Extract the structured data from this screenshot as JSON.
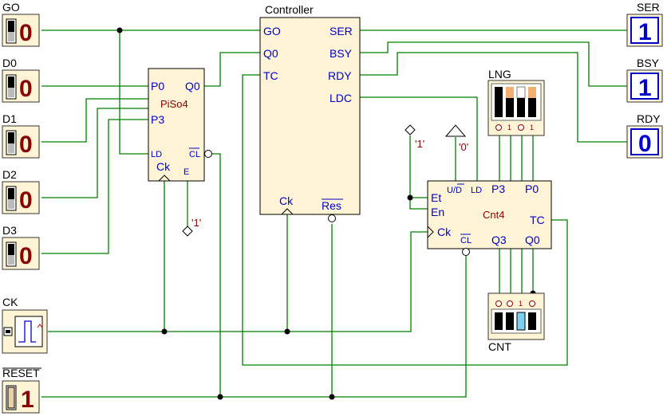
{
  "inputs": [
    {
      "label": "GO",
      "value": "0"
    },
    {
      "label": "D0",
      "value": "0"
    },
    {
      "label": "D1",
      "value": "0"
    },
    {
      "label": "D2",
      "value": "0"
    },
    {
      "label": "D3",
      "value": "0"
    }
  ],
  "clock": {
    "label": "CK"
  },
  "reset": {
    "label": "RESET",
    "value": "1"
  },
  "outputs": [
    {
      "label": "SER",
      "value": "1"
    },
    {
      "label": "BSY",
      "value": "1"
    },
    {
      "label": "RDY",
      "value": "0"
    }
  ],
  "piso": {
    "name": "PiSo4",
    "p0": "P0",
    "q0": "Q0",
    "p3": "P3",
    "ld": "LD",
    "cl": "CL",
    "ck": "Ck",
    "e": "E"
  },
  "controller": {
    "title": "Controller",
    "go": "GO",
    "q0": "Q0",
    "tc": "TC",
    "ser": "SER",
    "bsy": "BSY",
    "rdy": "RDY",
    "ldc": "LDC",
    "ck": "Ck",
    "res": "Res"
  },
  "counter": {
    "name": "Cnt4",
    "et": "Et",
    "en": "En",
    "ck": "Ck",
    "cl": "CL",
    "ud": "U/D",
    "ld": "LD",
    "p3": "P3",
    "p0": "P0",
    "tc": "TC",
    "q3": "Q3",
    "q0": "Q0"
  },
  "lng": {
    "label": "LNG",
    "bits": [
      "0",
      "1",
      "0",
      "1"
    ]
  },
  "cnt": {
    "label": "CNT",
    "bits": [
      "0",
      "0",
      "1",
      "0"
    ]
  },
  "constants": {
    "piso_e": "'1'",
    "cnt_et": "'1'",
    "cnt_ud": "'0'"
  }
}
